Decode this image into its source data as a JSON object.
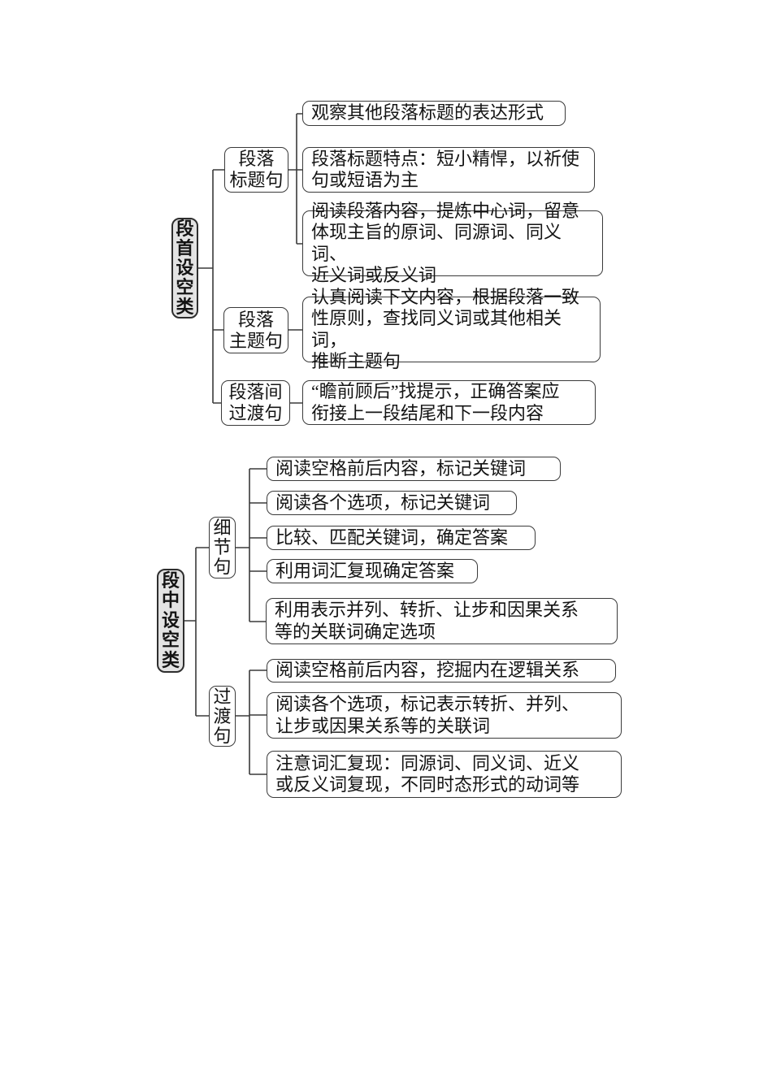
{
  "diagram": {
    "title_hint": "英语七选五设空位置解题策略思维导图",
    "colors": {
      "line": "#3a3a3a",
      "node_border": "#3a3a3a",
      "root_fill": "#e3e3e3",
      "node_fill": "#ffffff",
      "text": "#141414",
      "background": "#ffffff"
    },
    "tree1": {
      "root": "段首设空类",
      "branches": [
        {
          "label": "段落\n标题句",
          "leaves": [
            "观察其他段落标题的表达形式",
            "段落标题特点：短小精悍，以祈使\n句或短语为主",
            "阅读段落内容，提炼中心词，留意\n体现主旨的原词、同源词、同义词、\n近义词或反义词"
          ]
        },
        {
          "label": "段落\n主题句",
          "leaves": [
            "认真阅读下文内容，根据段落一致\n性原则，查找同义词或其他相关词，\n推断主题句"
          ]
        },
        {
          "label": "段落间\n过渡句",
          "leaves": [
            "“瞻前顾后”找提示，正确答案应\n衔接上一段结尾和下一段内容"
          ]
        }
      ]
    },
    "tree2": {
      "root": "段中设空类",
      "branches": [
        {
          "label": "细节句",
          "leaves": [
            "阅读空格前后内容，标记关键词",
            "阅读各个选项，标记关键词",
            "比较、匹配关键词，确定答案",
            "利用词汇复现确定答案",
            "利用表示并列、转折、让步和因果关系\n等的关联词确定选项"
          ]
        },
        {
          "label": "过渡句",
          "leaves": [
            "阅读空格前后内容，挖掘内在逻辑关系",
            "阅读各个选项，标记表示转折、并列、\n让步或因果关系等的关联词",
            "注意词汇复现：同源词、同义词、近义\n或反义词复现，不同时态形式的动词等"
          ]
        }
      ]
    }
  }
}
